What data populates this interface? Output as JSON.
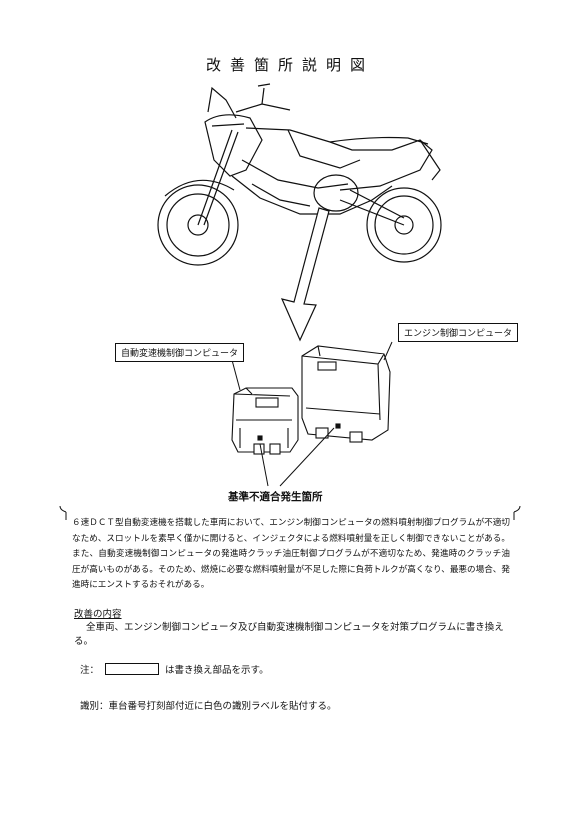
{
  "title": "改善箇所説明図",
  "labels": {
    "at_computer": "自動変速機制御コンピュータ",
    "engine_computer": "エンジン制御コンピュータ",
    "issue_location": "基準不適合発生箇所"
  },
  "description": "６速ＤＣＴ型自動変速機を搭載した車両において、エンジン制御コンピュータの燃料噴射制御プログラムが不適切なため、スロットルを素早く僅かに開けると、インジェクタによる燃料噴射量を正しく制御できないことがある。また、自動変速機制御コンピュータの発進時クラッチ油圧制御プログラムが不適切なため、発進時のクラッチ油圧が高いものがある。そのため、燃焼に必要な燃料噴射量が不足した際に負荷トルクが高くなり、最悪の場合、発進時にエンストするおそれがある。",
  "improvement": {
    "heading": "改善の内容",
    "body": "全車両、エンジン制御コンピュータ及び自動変速機制御コンピュータを対策プログラムに書き換える。"
  },
  "note": {
    "prefix": "注：",
    "suffix": "は書き換え部品を示す。"
  },
  "identification": "識別：車台番号打刻部付近に白色の識別ラベルを貼付する。"
}
